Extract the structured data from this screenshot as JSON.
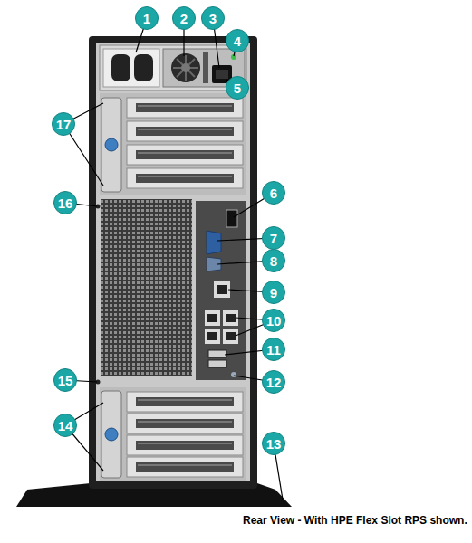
{
  "diagram": {
    "caption": "Rear View - With HPE Flex Slot RPS shown.",
    "labels": [
      "1",
      "2",
      "3",
      "4",
      "5",
      "6",
      "7",
      "8",
      "9",
      "10",
      "11",
      "12",
      "13",
      "14",
      "15",
      "16",
      "17"
    ]
  }
}
